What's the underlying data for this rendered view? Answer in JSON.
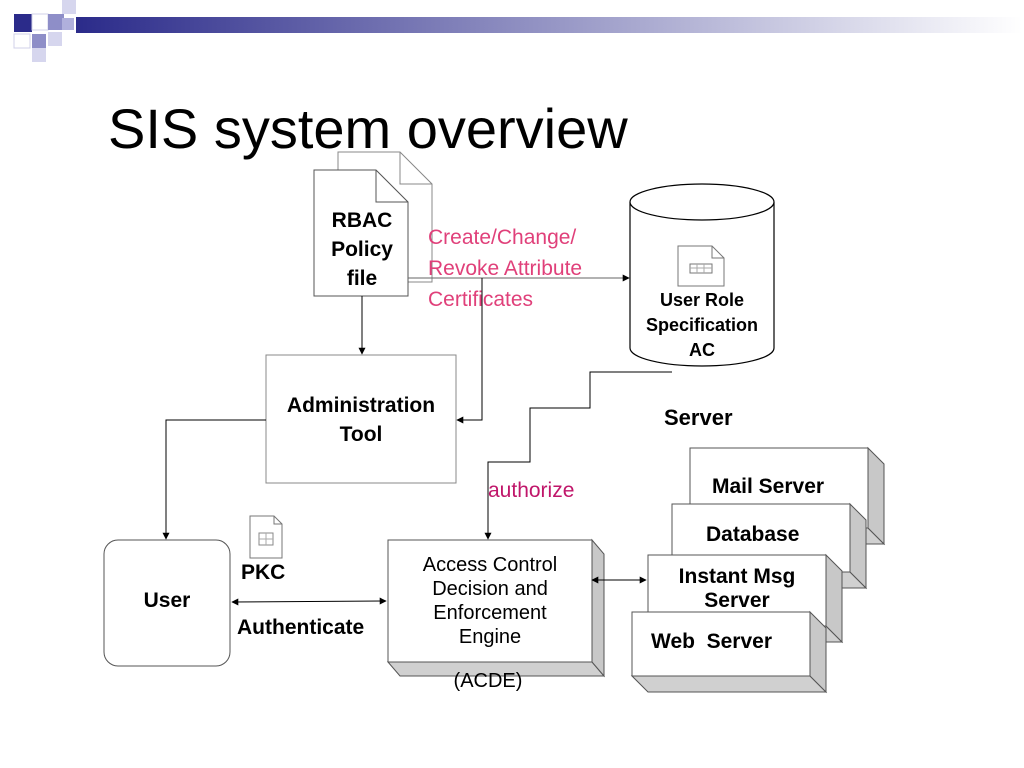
{
  "slide": {
    "title": "SIS system overview"
  },
  "nodes": {
    "policy_file": [
      "RBAC",
      "Policy",
      "file"
    ],
    "admin_tool": [
      "Administration",
      "Tool"
    ],
    "user_role_ac": [
      "User Role",
      "Specification",
      "AC"
    ],
    "user": "User",
    "acde": [
      "Access Control",
      "Decision and",
      "Enforcement",
      "Engine"
    ],
    "acde_abbrev": "(ACDE)",
    "pkc": "PKC",
    "server_group_label": "Server",
    "servers": {
      "mail": "Mail Server",
      "database": "Database",
      "instant_msg": [
        "Instant Msg",
        "Server"
      ],
      "web": "Web  Server"
    }
  },
  "edges": {
    "create_change": [
      "Create/Change/",
      "Revoke Attribute",
      "Certificates"
    ],
    "authorize": "authorize",
    "authenticate": "Authenticate"
  },
  "colors": {
    "accent_blue": "#2b2b8a",
    "accent_lavender": "#8e8ec8",
    "pink_text": "#e0407a",
    "magenta_text": "#c0166a",
    "shadow_gray": "#c8c8c8"
  },
  "icons": [
    "pattern-squares-icon",
    "certificate-icon",
    "document-icon",
    "database-cylinder-icon"
  ]
}
